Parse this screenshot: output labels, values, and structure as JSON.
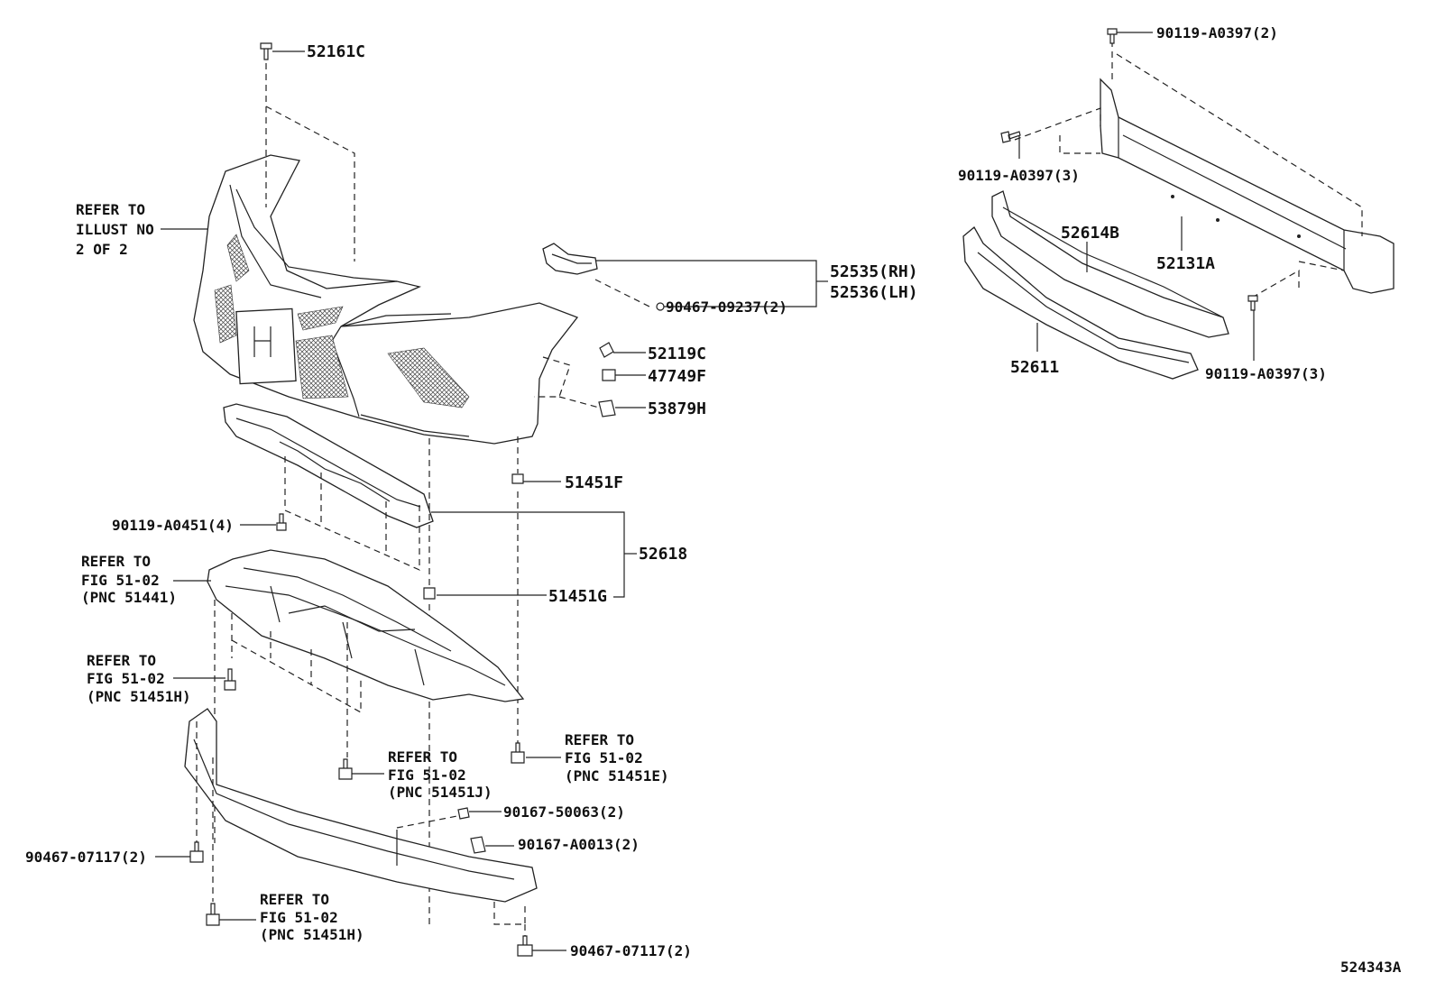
{
  "diagram_id": "524343A",
  "notes": {
    "illust": [
      "REFER TO",
      "ILLUST NO",
      "2 OF 2"
    ],
    "fig_51441": [
      "REFER TO",
      "FIG 51-02",
      "(PNC 51441)"
    ],
    "fig_51451h_upper": [
      "REFER TO",
      "FIG 51-02",
      "(PNC 51451H)"
    ],
    "fig_51451j": [
      "REFER TO",
      "FIG 51-02",
      "(PNC 51451J)"
    ],
    "fig_51451e": [
      "REFER TO",
      "FIG 51-02",
      "(PNC 51451E)"
    ],
    "fig_51451h_lower": [
      "REFER TO",
      "FIG 51-02",
      "(PNC 51451H)"
    ]
  },
  "labels": {
    "p52161c": "52161C",
    "p52535": "52535(RH)",
    "p52536": "52536(LH)",
    "p90467_09237": "90467-09237(2)",
    "p52119c": "52119C",
    "p47749f": "47749F",
    "p53879h": "53879H",
    "p51451f": "51451F",
    "p90119_a0451": "90119-A0451(4)",
    "p52618": "52618",
    "p51451g": "51451G",
    "p90167_50063": "90167-50063(2)",
    "p90167_a0013": "90167-A0013(2)",
    "p90467_07117_left": "90467-07117(2)",
    "p90467_07117_bottom": "90467-07117(2)",
    "p90119_a0397_top": "90119-A0397(2)",
    "p90119_a0397_left": "90119-A0397(3)",
    "p90119_a0397_right": "90119-A0397(3)",
    "p52614b": "52614B",
    "p52131a": "52131A",
    "p52611": "52611"
  }
}
